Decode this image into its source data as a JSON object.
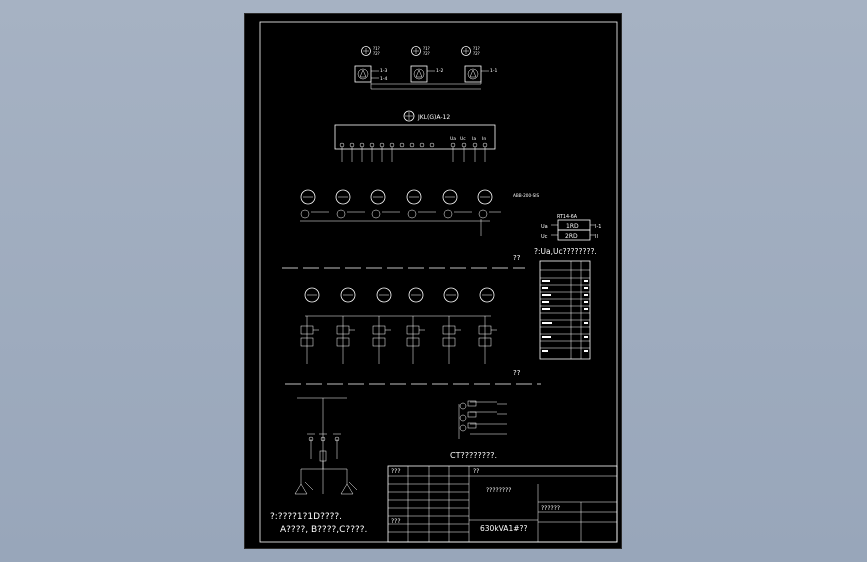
{
  "meters_top": [
    {
      "label_a": "?1?",
      "label_b": "?2?"
    },
    {
      "label_a": "?1?",
      "label_b": "?2?"
    },
    {
      "label_a": "?1?",
      "label_b": "?2?"
    }
  ],
  "top_terminals": [
    "1-3",
    "1-2",
    "1-1",
    "1-4"
  ],
  "relay_title": "JKL(G)A-12",
  "relay_right_labels": [
    "Ua",
    "Uc",
    "Ia",
    "In"
  ],
  "capacitor_model": "ABB-200-SIS",
  "fuse_panel": {
    "title": "RT14-6A",
    "rows": [
      {
        "in": "Ua",
        "fuse": "1RD",
        "out": "I-1"
      },
      {
        "in": "Uc",
        "fuse": "2RD",
        "out": "II"
      }
    ],
    "note": "?:Ua,Uc????????."
  },
  "sep_marks": [
    "??",
    "??"
  ],
  "ct_note": "CT????????.",
  "bottom_notes": [
    "?:????1?1D????.",
    "A????, B????,C????."
  ],
  "title_block": {
    "cells": [
      "???",
      "???",
      "??",
      "????????",
      "??????",
      "630kVA1#??"
    ]
  }
}
